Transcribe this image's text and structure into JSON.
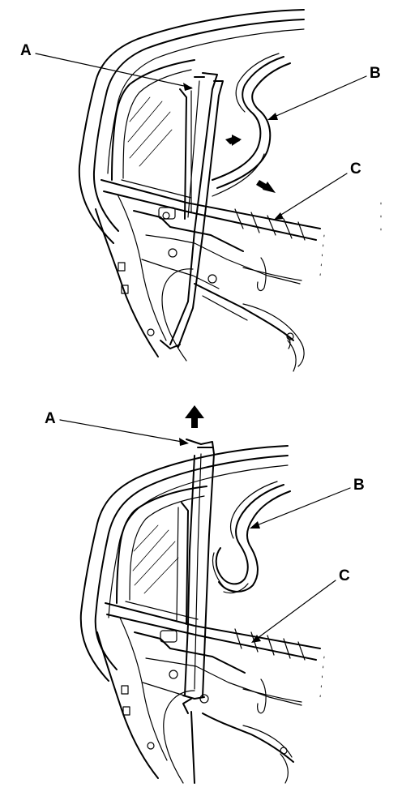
{
  "figures": [
    {
      "id": "top",
      "callouts": [
        {
          "key": "a",
          "label": "A"
        },
        {
          "key": "b",
          "label": "B"
        },
        {
          "key": "c",
          "label": "C"
        }
      ]
    },
    {
      "id": "bottom",
      "callouts": [
        {
          "key": "a",
          "label": "A"
        },
        {
          "key": "b",
          "label": "B"
        },
        {
          "key": "c",
          "label": "C"
        }
      ]
    }
  ]
}
